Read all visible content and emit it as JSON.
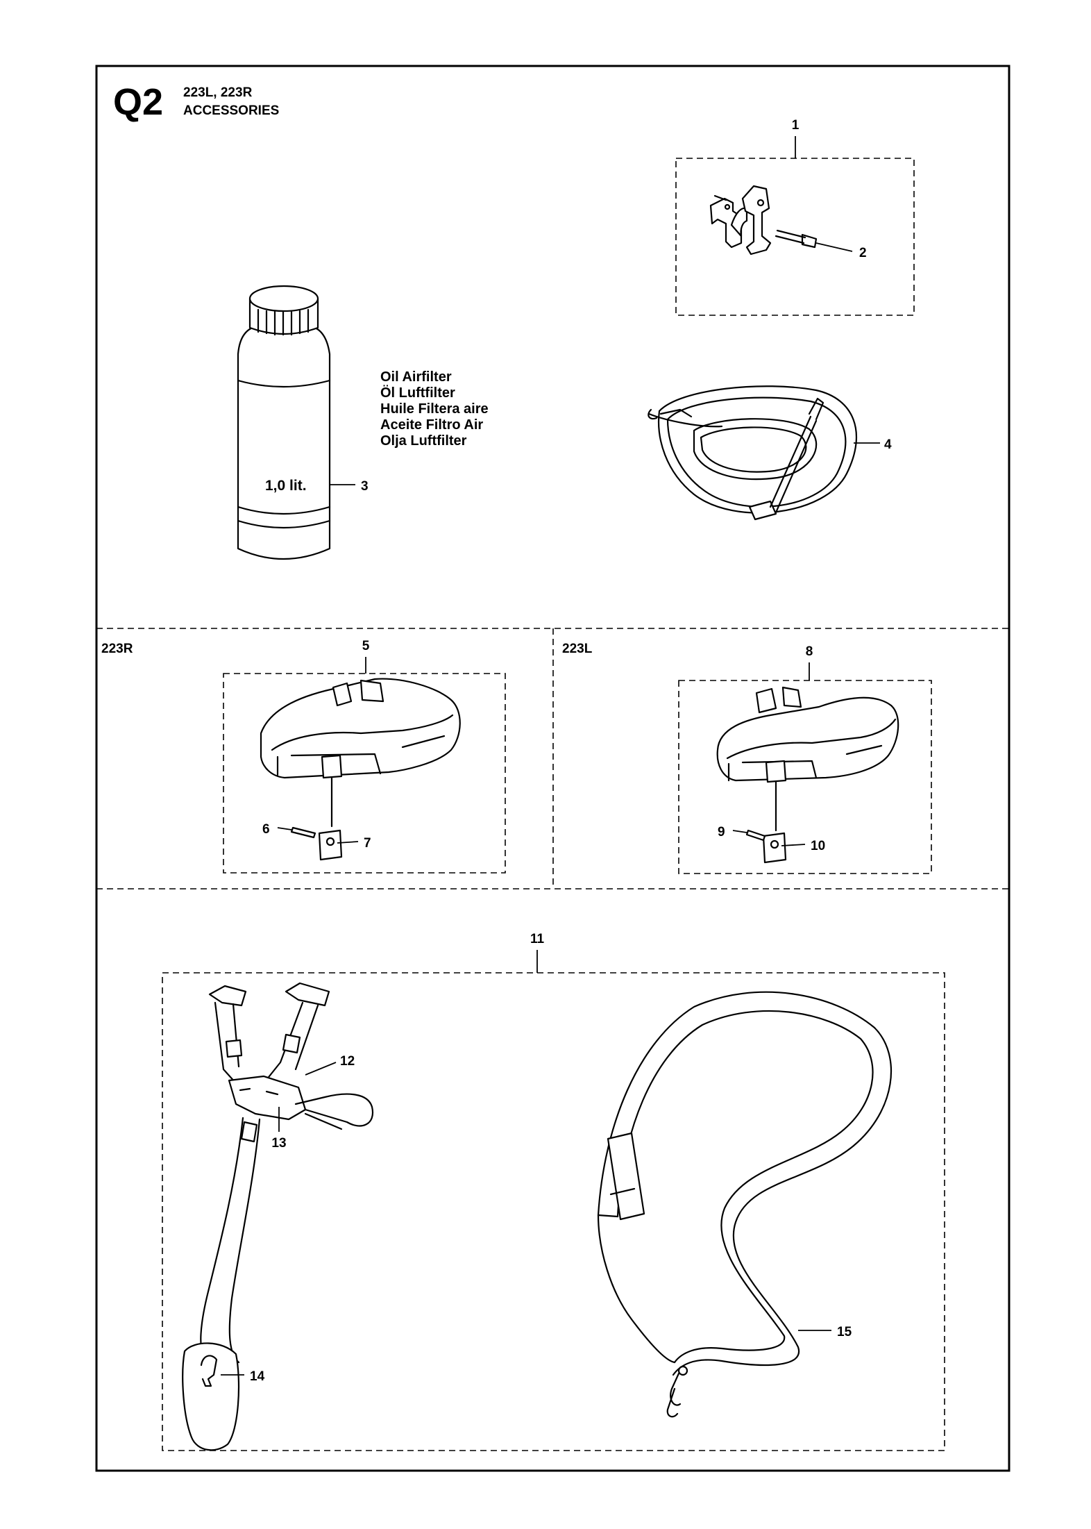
{
  "header": {
    "page_code": "Q2",
    "models": "223L, 223R",
    "section": "ACCESSORIES"
  },
  "sections": {
    "r_title": "223R",
    "l_title": "223L"
  },
  "oil_description": [
    "Oil Airfilter",
    "Öl Luftfilter",
    "Huile Filtera aire",
    "Aceite Filtro Air",
    "Olja Luftfilter"
  ],
  "bottle_label": "1,0 lit.",
  "callouts": [
    "1",
    "2",
    "3",
    "4",
    "5",
    "6",
    "7",
    "8",
    "9",
    "10",
    "11",
    "12",
    "13",
    "14",
    "15"
  ]
}
